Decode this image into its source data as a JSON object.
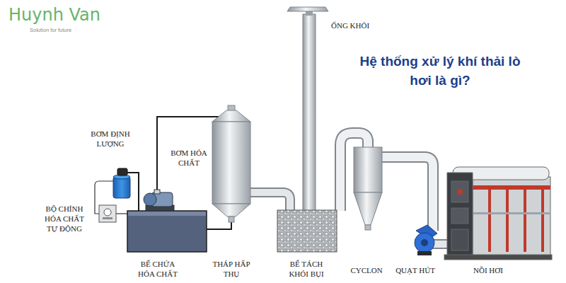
{
  "diagram": {
    "title": "Hệ thống xử lý khí thải lò hơi là gì?",
    "labels": [
      "Huynh Van",
      "Solution for future",
      "ỐNG KHÓI",
      "BƠM ĐỊNH LƯỢNG",
      "BƠM HÓA CHẤT",
      "BỘ CHỈNH HÓA CHẤT TỰ ĐỘNG",
      "BỂ CHỨA HÓA CHẤT",
      "THÁP HẤP THỤ",
      "BỂ TÁCH KHÓI BỤI",
      "CYCLON",
      "QUẠT HÚT",
      "NỒI HƠI"
    ]
  }
}
